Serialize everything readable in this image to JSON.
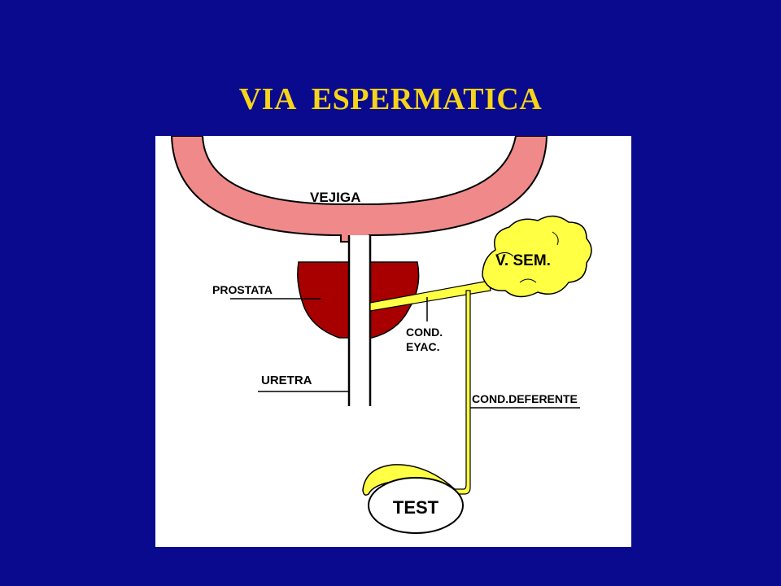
{
  "title": "VIA  ESPERMATICA",
  "labels": {
    "bladder": "VEJIGA",
    "prostate": "PROSTATA",
    "seminal_vesicle": "V. SEM.",
    "ejaculatory_duct_line1": "COND.",
    "ejaculatory_duct_line2": "EYAC.",
    "urethra": "URETRA",
    "vas_deferens": "COND.DEFERENTE",
    "testis": "TEST"
  },
  "colors": {
    "background": "#0a0a8e",
    "title": "#f5d41a",
    "bladder_wall": "#f08a8a",
    "prostate": "#a80000",
    "seminal_tract": "#ffff44"
  }
}
